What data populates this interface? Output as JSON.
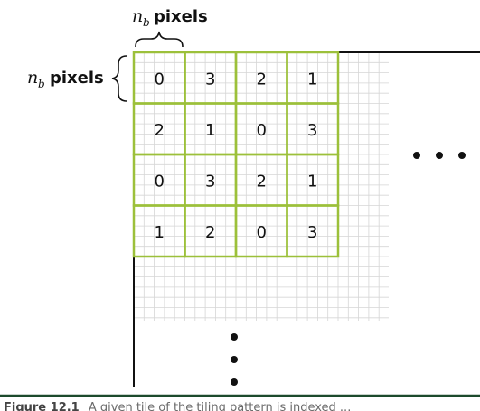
{
  "top_label": {
    "symbol": "n",
    "subscript": "b",
    "unit": "pixels"
  },
  "left_label": {
    "symbol": "n",
    "subscript": "b",
    "unit": "pixels"
  },
  "matrix": [
    [
      "0",
      "3",
      "2",
      "1"
    ],
    [
      "2",
      "1",
      "0",
      "3"
    ],
    [
      "0",
      "3",
      "2",
      "1"
    ],
    [
      "1",
      "2",
      "0",
      "3"
    ]
  ],
  "caption": {
    "label": "Figure 12.1",
    "text": "A given tile of the tiling pattern is indexed ..."
  },
  "colors": {
    "tile_border": "#9cc03a",
    "pixel_grid": "#d6d6d6",
    "axis": "#111111",
    "caption_rule": "#1c4a2c"
  }
}
